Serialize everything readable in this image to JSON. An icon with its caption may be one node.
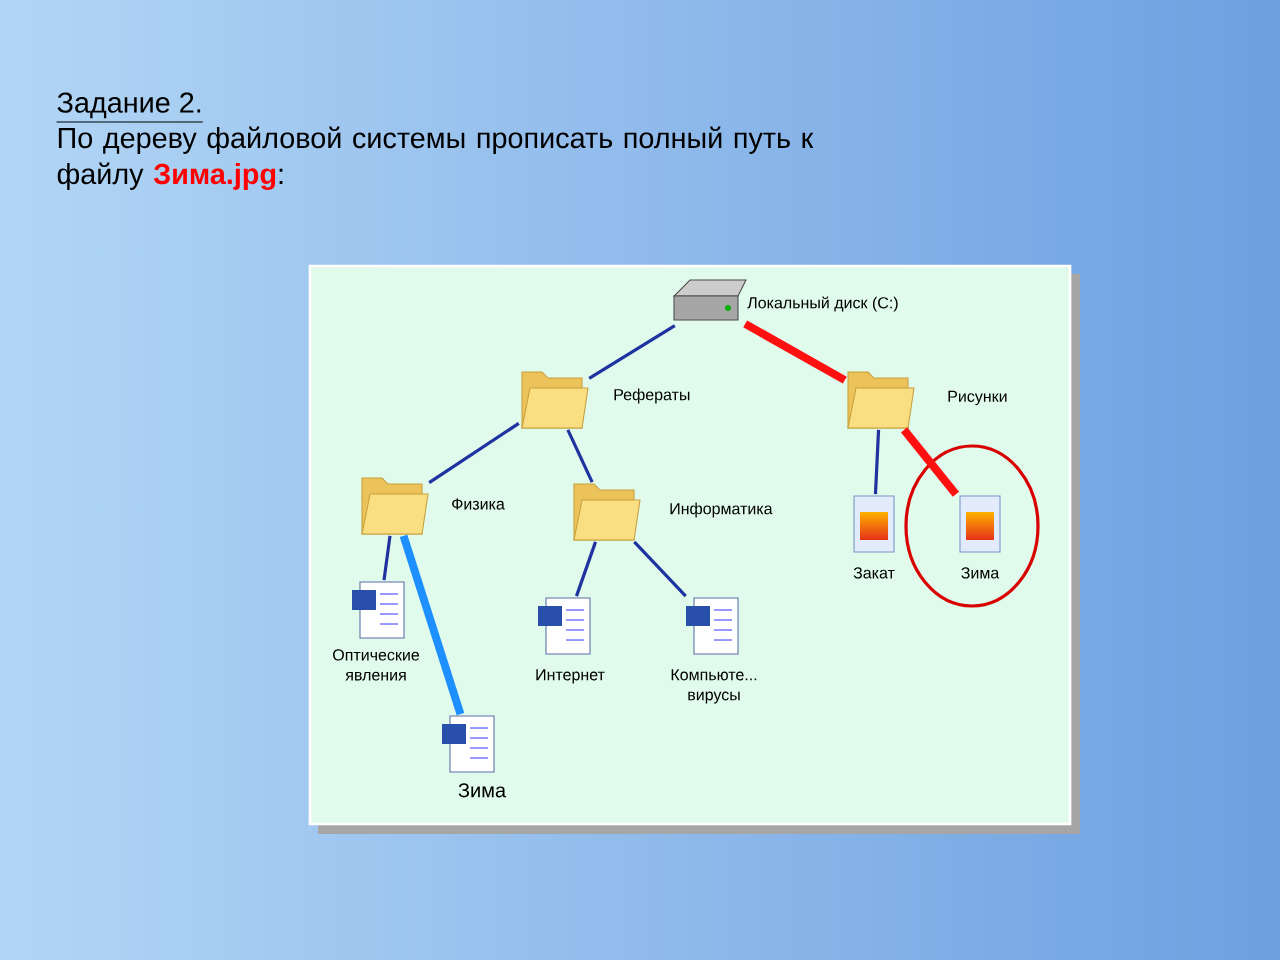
{
  "diagram": {
    "title": "Задание 2.",
    "nodes": [
      {
        "text": [
          "Локальный диск (C:)"
        ]
      },
      {
        "text": [
          "Рефераты"
        ]
      },
      {
        "text": [
          "Рисунки"
        ]
      },
      {
        "text": [
          "Физика"
        ]
      },
      {
        "text": [
          "Информатика"
        ]
      },
      {
        "text": [
          "Закат"
        ]
      },
      {
        "text": [
          "Зима"
        ]
      },
      {
        "text": [
          "Оптические явления"
        ]
      },
      {
        "text": [
          "Интернет"
        ]
      },
      {
        "text": [
          "Компьюте... вирусы"
        ]
      },
      {
        "text": [
          "Зима"
        ]
      }
    ],
    "edges": [
      {
        "from": 0,
        "to": 1,
        "arrow": "none"
      },
      {
        "from": 0,
        "to": 2,
        "arrow": "none",
        "style": "thick",
        "color": "#ff1010"
      },
      {
        "from": 1,
        "to": 3,
        "arrow": "none"
      },
      {
        "from": 1,
        "to": 4,
        "arrow": "none"
      },
      {
        "from": 2,
        "to": 5,
        "arrow": "none"
      },
      {
        "from": 2,
        "to": 6,
        "arrow": "none",
        "style": "thick",
        "color": "#ff1010"
      },
      {
        "from": 3,
        "to": 7,
        "arrow": "none"
      },
      {
        "from": 3,
        "to": 10,
        "arrow": "none",
        "style": "thick",
        "color": "#1e8fff"
      },
      {
        "from": 4,
        "to": 8,
        "arrow": "none"
      },
      {
        "from": 4,
        "to": 9,
        "arrow": "none"
      }
    ],
    "labels": [
      "По дереву файловой системы  прописать полный путь к файлу",
      "Зима.jpg",
      ":"
    ]
  }
}
